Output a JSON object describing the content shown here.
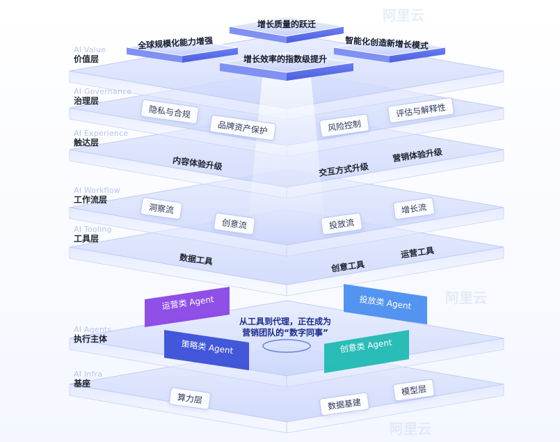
{
  "layers": [
    {
      "en": "AI Value",
      "zh": "价值层"
    },
    {
      "en": "AI Governance",
      "zh": "治理层"
    },
    {
      "en": "AI Experience",
      "zh": "触达层"
    },
    {
      "en": "AI Workflow",
      "zh": "工作流层"
    },
    {
      "en": "AI Tooling",
      "zh": "工具层"
    },
    {
      "en": "AI Agents",
      "zh": "执行主体"
    },
    {
      "en": "AI Infra",
      "zh": "基座"
    }
  ],
  "value_blocks": [
    "增长质量的跃迁",
    "全球规模化能力增强",
    "智能化创造新增长模式",
    "增长效率的指数级提升"
  ],
  "governance_items": [
    "隐私与合规",
    "品牌资产保护",
    "风险控制",
    "评估与解释性"
  ],
  "experience_items": [
    "内容体验升级",
    "交互方式升级",
    "营销体验升级"
  ],
  "workflow_items": [
    "洞察流",
    "创意流",
    "投放流",
    "增长流"
  ],
  "tooling_items": [
    "数据工具",
    "创意工具",
    "运营工具"
  ],
  "agents": [
    "运营类 Agent",
    "投放类 Agent",
    "策略类 Agent",
    "创意类 Agent"
  ],
  "agent_colors": [
    "#8a46e6",
    "#4a8ef0",
    "#3a4fd8",
    "#21b9b3"
  ],
  "agents_callout": [
    "从工具到代理，正在成为",
    "营销团队的“数字同事”"
  ],
  "infra_items": [
    "算力层",
    "数据基建",
    "模型层"
  ],
  "watermark": "阿里云"
}
